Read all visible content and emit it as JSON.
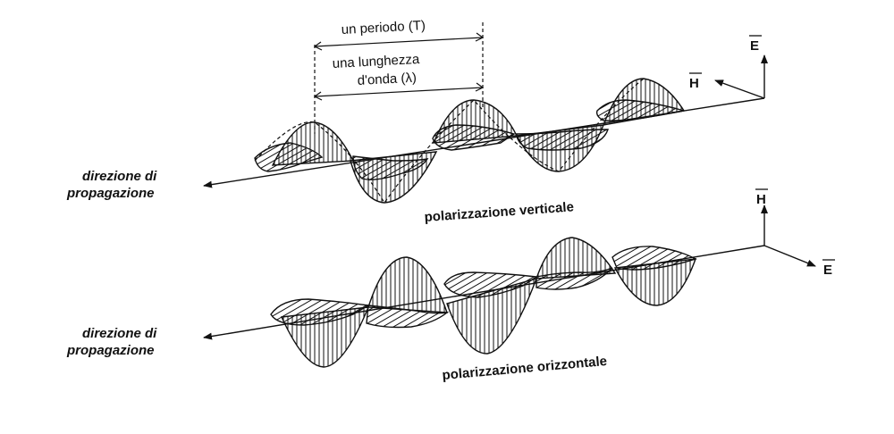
{
  "top": {
    "period_label": "un periodo (T)",
    "wavelength_line1": "una lunghezza",
    "wavelength_line2": "d'onda (λ)",
    "direction_line1": "direzione di",
    "direction_line2": "propagazione",
    "caption": "polarizzazione verticale",
    "axis_e": "E",
    "axis_h": "H"
  },
  "bottom": {
    "direction_line1": "direzione di",
    "direction_line2": "propagazione",
    "caption": "polarizzazione orizzontale",
    "axis_h": "H",
    "axis_e": "E"
  },
  "colors": {
    "ink": "#111111",
    "background": "#ffffff"
  }
}
